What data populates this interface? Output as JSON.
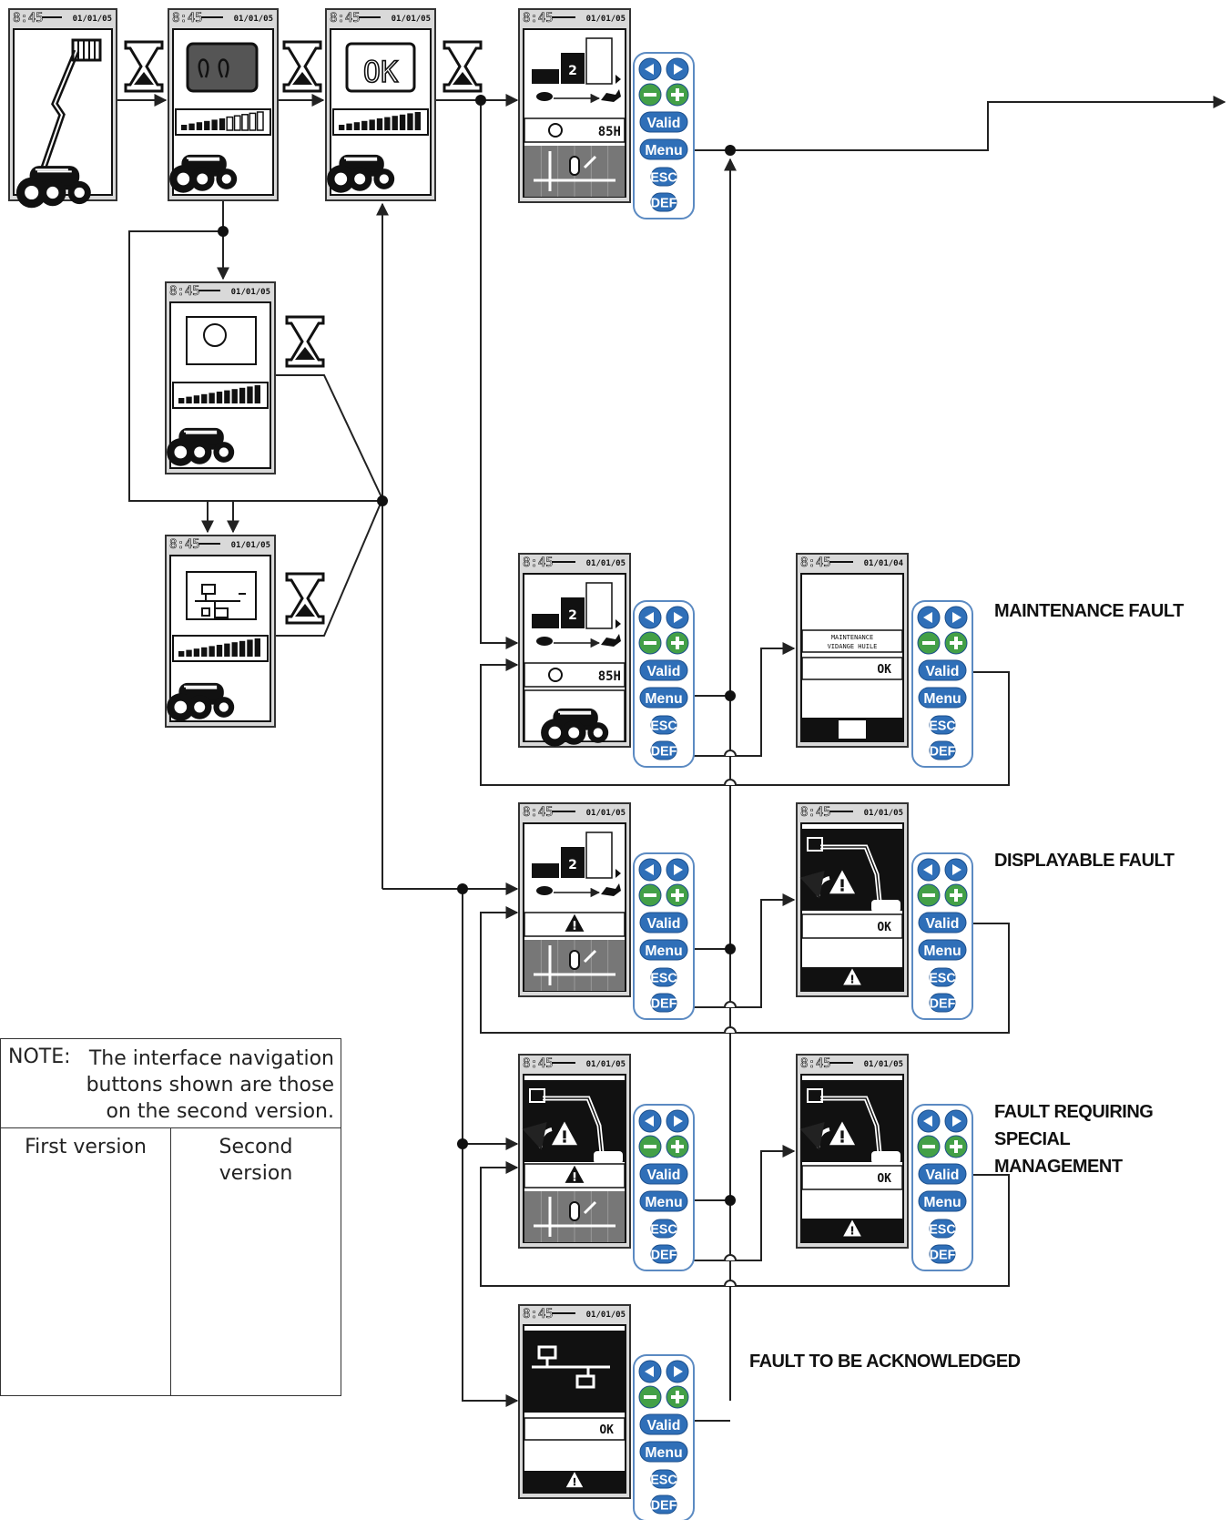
{
  "screen": {
    "time": "8:45",
    "date": "01/01/05",
    "date_alt": "01/01/04",
    "ok_text": "OK",
    "lcd_ok": "OK",
    "speed_step": "2",
    "hours": "85H",
    "maintenance_line1": "MAINTENANCE",
    "maintenance_line2": "VIDANGE HUILE"
  },
  "keypad": {
    "valid": "Valid",
    "menu": "Menu",
    "esc": "ESC",
    "def": "DEF"
  },
  "fault_labels": {
    "maintenance": "MAINTENANCE FAULT",
    "displayable": "DISPLAYABLE FAULT",
    "special_line1": "FAULT REQUIRING SPECIAL",
    "special_line2": "MANAGEMENT",
    "acknowledged": "FAULT TO BE ACKNOWLEDGED"
  },
  "note": {
    "label": "NOTE:",
    "line1": "The interface navigation",
    "line2": "buttons shown are those",
    "line3": "on the second version.",
    "col_first": "First version",
    "col_second_line1": "Second",
    "col_second_line2": "version"
  },
  "colors": {
    "key_blue": "#2f6fb8",
    "key_green": "#43a047",
    "keypad_border": "#5b8ac2",
    "lcd_dark": "#111111"
  },
  "icons": [
    "hourglass-icon",
    "aerial-lift-icon",
    "glow-plug-icon",
    "turtle-icon",
    "rabbit-icon",
    "warning-icon",
    "network-icon",
    "wrench-icon",
    "joystick-icon"
  ]
}
